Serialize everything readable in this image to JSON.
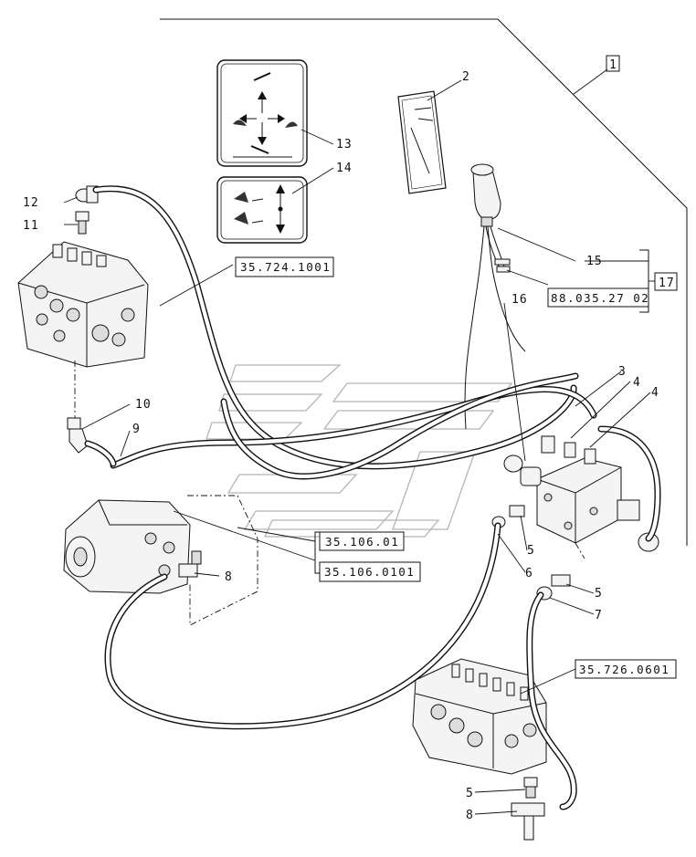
{
  "callouts": {
    "c1": "1",
    "c2": "2",
    "c3": "3",
    "c4a": "4",
    "c4b": "4",
    "c5a": "5",
    "c5b": "5",
    "c5c": "5",
    "c6": "6",
    "c7": "7",
    "c8a": "8",
    "c8b": "8",
    "c9": "9",
    "c10": "10",
    "c11": "11",
    "c12": "12",
    "c13": "13",
    "c14": "14",
    "c15": "15",
    "c16": "16",
    "c17": "17"
  },
  "references": {
    "r1": "35.724.1001",
    "r2": "88.035.27 02",
    "r3": "35.106.01",
    "r4": "35.106.0101",
    "r5": "35.726.0601"
  }
}
